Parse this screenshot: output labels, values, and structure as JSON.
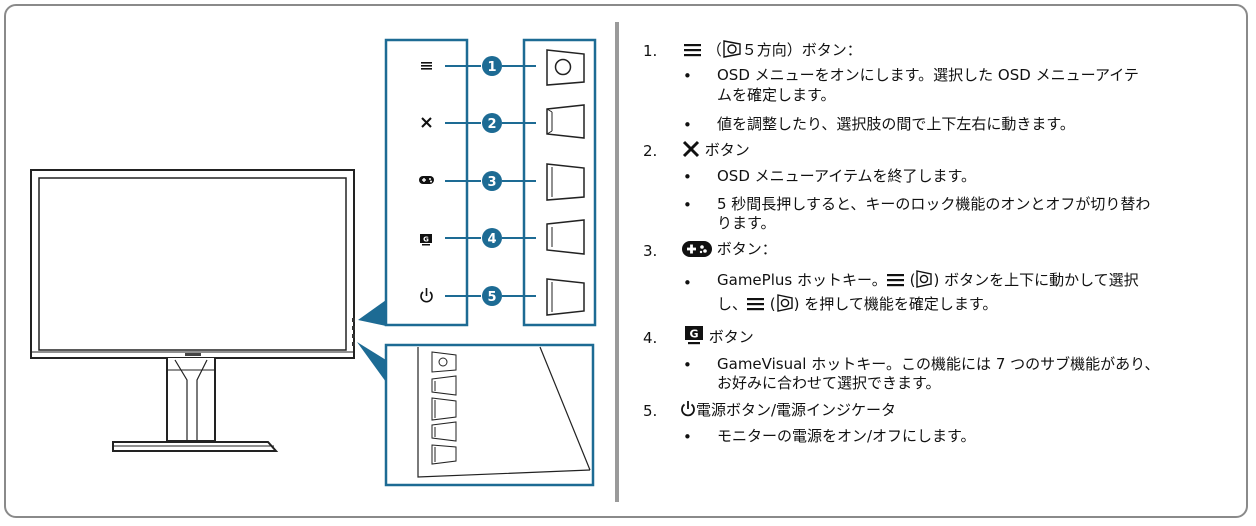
{
  "illustration": {
    "callouts": [
      "1",
      "2",
      "3",
      "4",
      "5"
    ],
    "accent_color": "#1d6b94",
    "button_icons": [
      "menu-icon",
      "close-icon",
      "gamepad-icon",
      "gamevisual-icon",
      "power-icon"
    ]
  },
  "list": [
    {
      "number": "1.",
      "icon": "menu-icon",
      "title_pre": "（",
      "title_post": "５方向）ボタン：",
      "bullets": [
        [
          "OSD メニューをオンにします。選択した OSD メニューアイテ",
          "ムを確定します。"
        ],
        [
          "値を調整したり、選択肢の間で上下左右に動きます。"
        ]
      ]
    },
    {
      "number": "2.",
      "icon": "close-icon",
      "title_post": "ボタン",
      "bullets": [
        [
          "OSD メニューアイテムを終了します。"
        ],
        [
          "5 秒間長押しすると、キーのロック機能のオンとオフが切り替わ",
          "ります。"
        ]
      ]
    },
    {
      "number": "3.",
      "icon": "gamepad-icon",
      "title_post": "ボタン：",
      "bullets_special": {
        "line1_pre": "GamePlus ホットキー。",
        "line1_mid": "(",
        "line1_post": ") ボタンを上下に動かして選択",
        "line2_pre": "し、",
        "line2_mid": "(",
        "line2_post": ") を押して機能を確定します。"
      }
    },
    {
      "number": "4.",
      "icon": "gamevisual-icon",
      "title_post": "ボタン",
      "bullets": [
        [
          "GameVisual ホットキー。この機能には 7 つのサブ機能があり、",
          "お好みに合わせて選択できます。"
        ]
      ]
    },
    {
      "number": "5.",
      "icon": "power-icon",
      "title_post": "電源ボタン/電源インジケータ",
      "bullets": [
        [
          "モニターの電源をオン/オフにします。"
        ]
      ]
    }
  ],
  "bullet_char": "•"
}
